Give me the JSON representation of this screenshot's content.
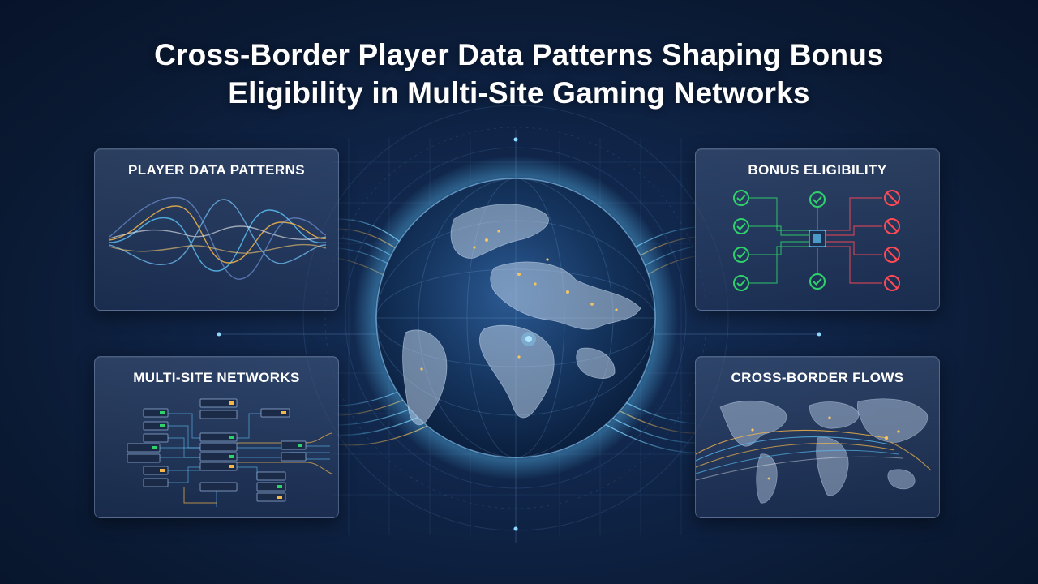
{
  "title": {
    "line1": "Cross-Border Player Data Patterns Shaping Bonus",
    "line2": "Eligibility in Multi-Site Gaming Networks"
  },
  "panels": {
    "player_data": {
      "label": "PLAYER DATA PATTERNS"
    },
    "bonus": {
      "label": "BONUS ELIGIBILITY"
    },
    "multi_site": {
      "label": "MULTI-SITE NETWORKS"
    },
    "cross_border": {
      "label": "CROSS-BORDER FLOWS"
    }
  },
  "icons": {
    "approved": "check-icon",
    "denied": "prohibited-icon",
    "hub": "chip-icon",
    "server": "server-rack-icon"
  },
  "colors": {
    "background": "#0b1a33",
    "accent_blue": "#5ec8ff",
    "accent_gold": "#f5b64a",
    "approved_green": "#2fd16a",
    "denied_red": "#ff4a55",
    "title": "#ffffff"
  }
}
